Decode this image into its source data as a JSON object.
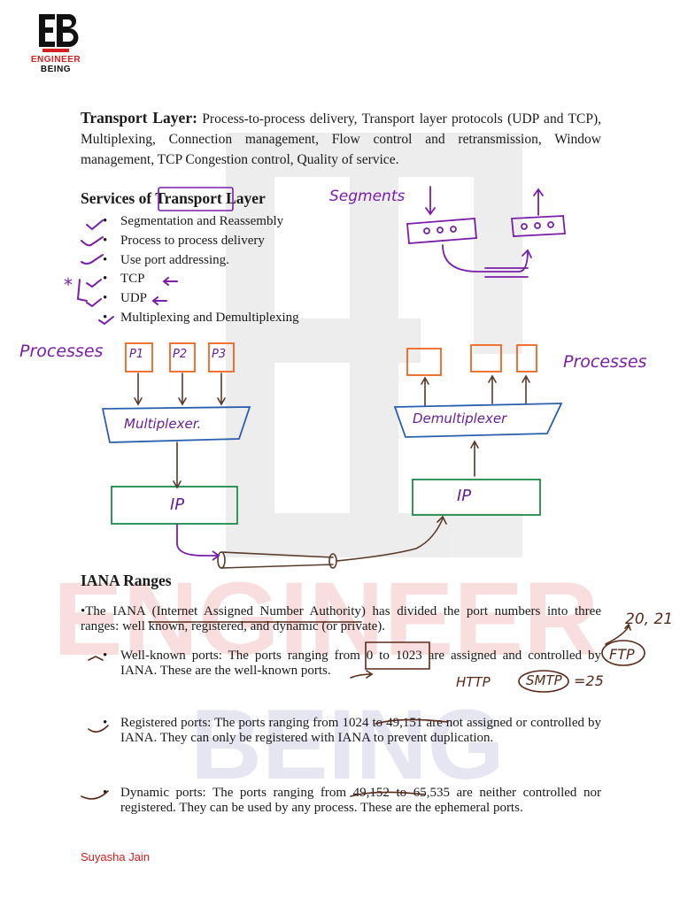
{
  "logo": {
    "line1": "ENGINEER",
    "line2": "BEING"
  },
  "watermark_text": {
    "line1": "ENGINEER",
    "line2": "BEING"
  },
  "intro": {
    "heading": "Transport Layer:",
    "body": " Process-to-process delivery, Transport layer protocols (UDP and TCP), Multiplexing, Connection management, Flow control and retransmission, Window management, TCP Congestion control, Quality of service."
  },
  "services": {
    "title": "Services of Transport Layer",
    "items": [
      "Segmentation and Reassembly",
      "Process to process delivery",
      "Use port addressing.",
      "TCP",
      "UDP",
      "Multiplexing and Demultiplexing"
    ]
  },
  "annotations": {
    "segments": "Segments",
    "processes_left": "Processes",
    "processes_right": "Processes",
    "p1": "P1",
    "p2": "P2",
    "p3": "P3",
    "multiplexer": "Multiplexer.",
    "demultiplexer": "Demultiplexer",
    "ip_left": "IP",
    "ip_right": "IP",
    "ftp_ports": "20, 21",
    "ftp": "FTP",
    "http": "HTTP",
    "smtp": "SMTP",
    "smtp_port": "=25",
    "star": "*"
  },
  "iana": {
    "title": "IANA Ranges",
    "intro": "•The IANA (Internet Assigned Number Authority) has divided the port numbers into three ranges: well known, registered, and dynamic (or private).",
    "ports": [
      "Well-known ports: The ports ranging from 0 to 1023 are assigned and controlled by IANA. These are the well-known ports.",
      "Registered ports: The ports ranging from 1024 to 49,151 are not assigned or controlled by IANA. They can only be registered with IANA to prevent duplication.",
      "Dynamic ports: The ports ranging from 49,152 to 65,535 are neither controlled nor registered. They can be used by any process. These are the ephemeral ports."
    ]
  },
  "footer": {
    "author": "Suyasha Jain"
  },
  "colors": {
    "brand_red": "#d42020",
    "ink_purple": "#7a1fa8",
    "box_orange": "#f0641e",
    "box_green": "#1e8a4a",
    "box_blue": "#2a5fb0"
  }
}
